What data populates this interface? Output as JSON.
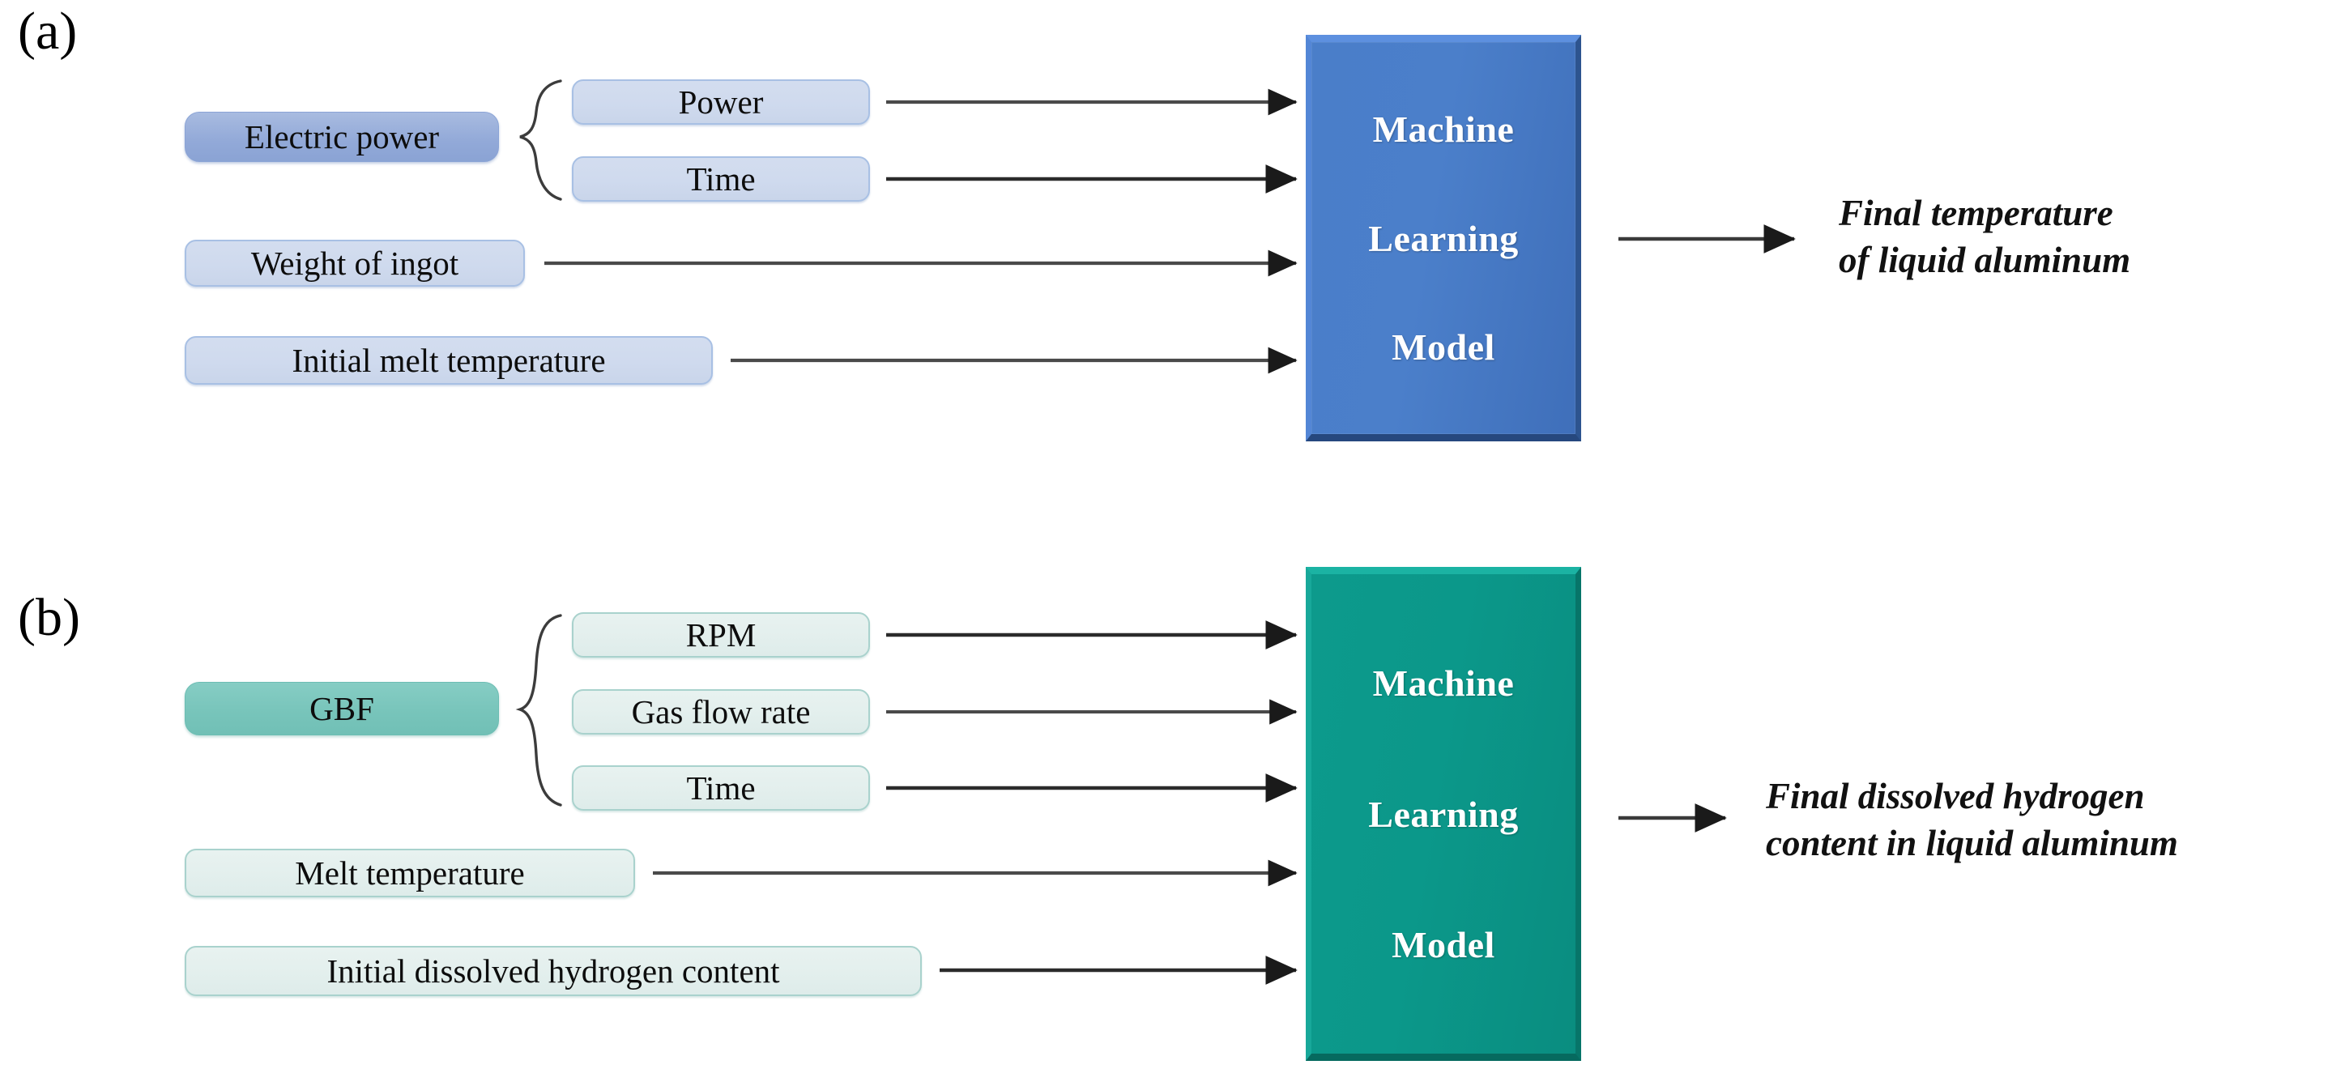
{
  "figure": {
    "type": "flow-diagram",
    "background": "#ffffff",
    "panels": [
      {
        "id": "a",
        "label": "(a)",
        "accent_strong": "#8aa3d4",
        "accent_light": "#cfdaee",
        "model_color": "#4a7ec9",
        "group": {
          "name": "Electric power",
          "children": [
            "Power",
            "Time"
          ]
        },
        "standalone_inputs": [
          "Weight of ingot",
          "Initial melt temperature"
        ],
        "model": {
          "lines": [
            "Machine",
            "Learning",
            "Model"
          ]
        },
        "output": "Final temperature\nof liquid aluminum"
      },
      {
        "id": "b",
        "label": "(b)",
        "accent_strong": "#71c0b6",
        "accent_light": "#e3efed",
        "model_color": "#0b988a",
        "group": {
          "name": "GBF",
          "children": [
            "RPM",
            "Gas flow rate",
            "Time"
          ]
        },
        "standalone_inputs": [
          "Melt temperature",
          "Initial dissolved hydrogen content"
        ],
        "model": {
          "lines": [
            "Machine",
            "Learning",
            "Model"
          ]
        },
        "output": "Final dissolved hydrogen\ncontent in liquid aluminum"
      }
    ]
  }
}
